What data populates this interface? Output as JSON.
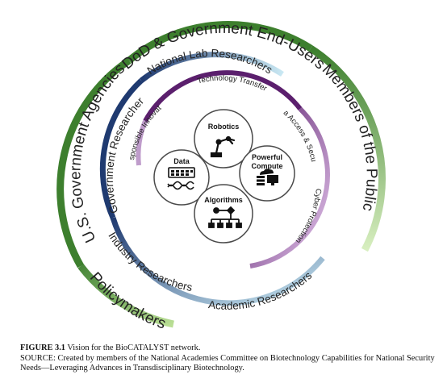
{
  "outer_ring": {
    "top": "DoD & Government End-Users",
    "right": "Members of the Public",
    "left": "U.S. Government Agencies",
    "bottom_left": "Policymakers"
  },
  "middle_ring": {
    "top": "National Lab Researchers",
    "left": "Government Researchers",
    "bottom_left": "Industry Researchers",
    "bottom": "Academic Researchers"
  },
  "inner_ring": {
    "top": "Technology Transfer",
    "left": "Responsible Innovation",
    "right_top": "Data Access & Security",
    "right_bottom": "Cyber Protection"
  },
  "core": {
    "robotics": "Robotics",
    "data": "Data",
    "compute_line1": "Powerful",
    "compute_line2": "Compute",
    "algorithms": "Algorithms"
  },
  "colors": {
    "outer_ring": "#3d7f2e",
    "outer_ring_fade": "#c8e6a8",
    "middle_ring": "#1f3a70",
    "middle_ring_fade": "#bfe3f0",
    "inner_ring": "#5b1f6d",
    "inner_ring_fade": "#d9b7e3"
  },
  "caption": {
    "figure_label": "FIGURE 3.1",
    "figure_title": "Vision for the BioCATALYST network.",
    "source": "SOURCE: Created by members of the National Academies Committee on Biotechnology Capabilities for National Security Needs—Leveraging Advances in Transdisciplinary Biotechnology."
  }
}
